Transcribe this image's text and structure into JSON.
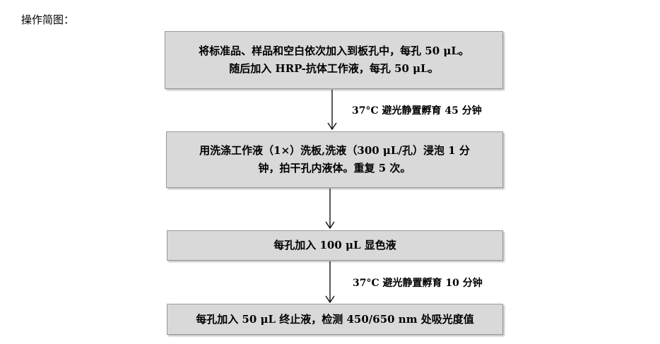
{
  "title": "操作简图：",
  "steps": [
    {
      "text": "将标准品、样品和空白依次加入到板孔中，每孔 50 μL。\n随后加入 HRP-抗体工作液，每孔 50 μL。"
    },
    {
      "text": "用洗涤工作液（1×）洗板,洗液（300 μL/孔）浸泡 1 分\n钟，拍干孔内液体。重复 5 次。"
    },
    {
      "text": "每孔加入 100 μL 显色液"
    },
    {
      "text": "每孔加入 50 μL 终止液，检测 450/650 nm 处吸光度值"
    }
  ],
  "incubations": [
    {
      "text": "37°C 避光静置孵育 45 分钟"
    },
    {
      "text": "37°C 避光静置孵育 10 分钟"
    }
  ]
}
